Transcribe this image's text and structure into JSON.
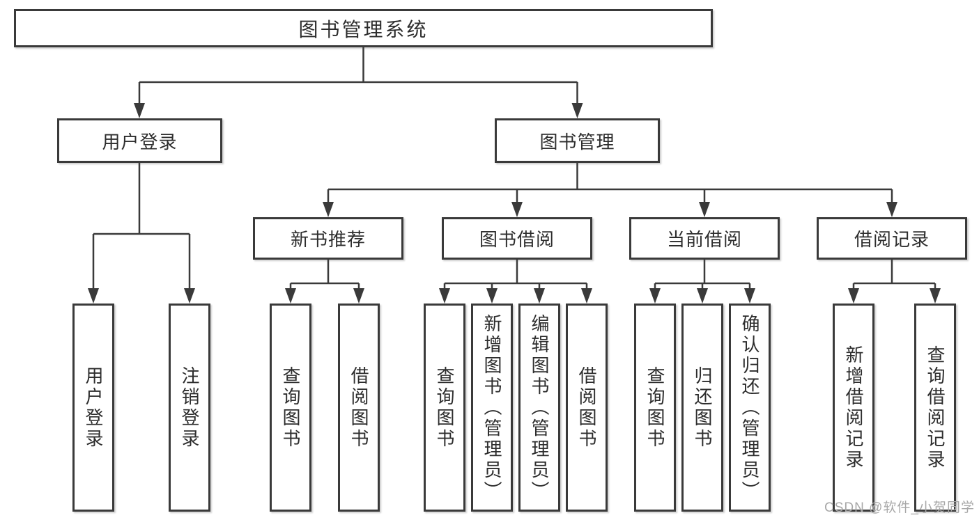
{
  "diagram": {
    "root": {
      "label": "图书管理系统"
    },
    "level2": [
      {
        "label": "用户登录"
      },
      {
        "label": "图书管理"
      }
    ],
    "level3": [
      {
        "label": "新书推荐"
      },
      {
        "label": "图书借阅"
      },
      {
        "label": "当前借阅"
      },
      {
        "label": "借阅记录"
      }
    ],
    "leaves": [
      {
        "label": "用户登录"
      },
      {
        "label": "注销登录"
      },
      {
        "label": "查询图书"
      },
      {
        "label": "借阅图书"
      },
      {
        "label": "查询图书"
      },
      {
        "label": "新增图书（管理员）"
      },
      {
        "label": "编辑图书（管理员）"
      },
      {
        "label": "借阅图书"
      },
      {
        "label": "查询图书"
      },
      {
        "label": "归还图书"
      },
      {
        "label": "确认归还（管理员）"
      },
      {
        "label": "新增借阅记录"
      },
      {
        "label": "查询借阅记录"
      }
    ],
    "watermark": "CSDN @软件_小贺同学",
    "colors": {
      "line": "#3a3a3a",
      "text": "#2d2d2d",
      "box_background": "#ffffff",
      "watermark": "#a8a8a8",
      "background": "#ffffff"
    }
  }
}
